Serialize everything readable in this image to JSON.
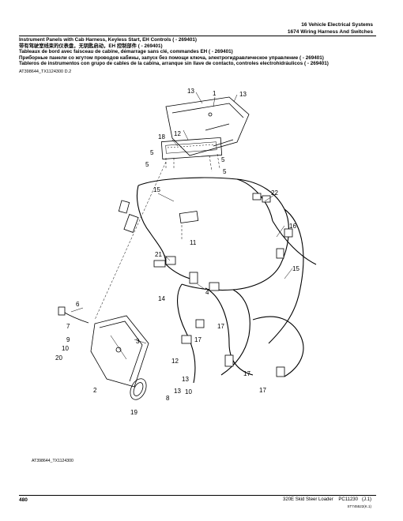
{
  "header": {
    "section": "16 Vehicle Electrical Systems",
    "subsection": "1674 Wiring Harness And Switches"
  },
  "titles": [
    "Instrument Panels with Cab Harness, Keyless Start, EH Controls ( - 269401)",
    "带有驾驶室线束的仪表盘，无钥匙启动，EH 控制部件 ( - 269401)",
    "Tableaux de bord avec faisceau de cabine, démarrage sans clé, commandes EH ( - 269401)",
    "Приборные панели со жгутом проводов кабины, запуск без помощи ключа, электрогидравлическое управление ( - 269401)",
    "Tableros de instrumentos con grupo de cables de la cabina, arranque sin llave de contacto, controles electrohidráulicos ( - 269401)"
  ],
  "figure_ref_top": "AT398644_TX1124300 D.2",
  "figure_ref_bottom": "AT398644_TX1124300",
  "callouts": [
    "13",
    "1",
    "13",
    "12",
    "18",
    "5",
    "5",
    "5",
    "5",
    "15",
    "22",
    "11",
    "16",
    "21",
    "4",
    "14",
    "15",
    "6",
    "17",
    "7",
    "3",
    "17",
    "20",
    "9",
    "10",
    "12",
    "13",
    "2",
    "8",
    "10",
    "17",
    "17",
    "19",
    "13"
  ],
  "footer": {
    "page": "480",
    "model": "320E Skid Steer Loader",
    "pc": "PC11230",
    "rev": "(J.1)",
    "doc_id": "ST745522(K.1)"
  }
}
